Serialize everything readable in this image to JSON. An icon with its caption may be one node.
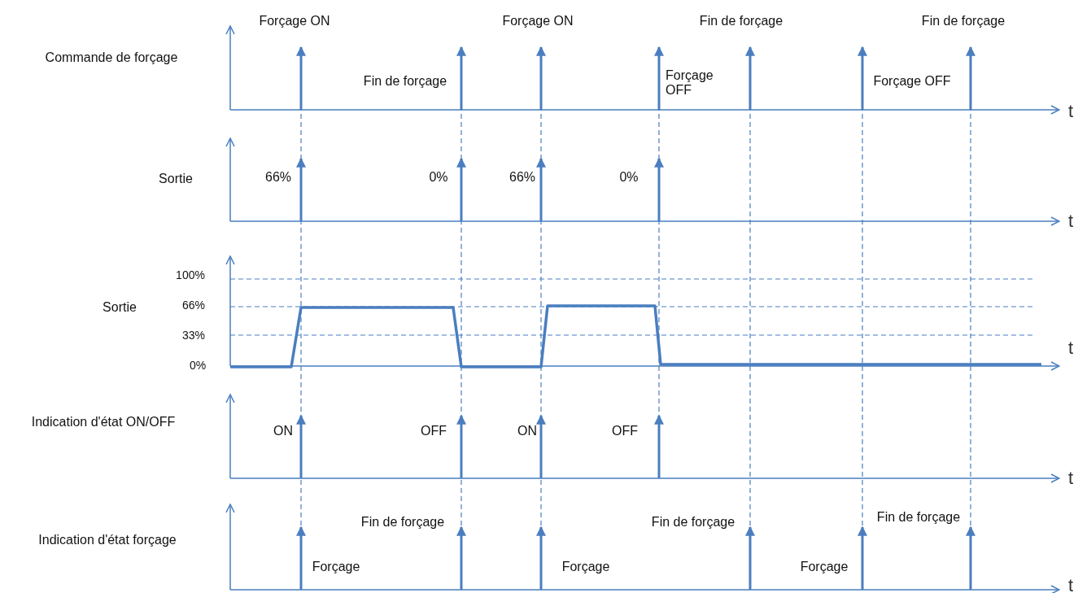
{
  "diagram": {
    "labels": [
      "Commande de forçage",
      "Forçage ON",
      "Forçage ON",
      "Fin de forçage",
      "Fin de forçage",
      "Fin de forçage",
      "Forçage OFF",
      "Forçage OFF",
      "t",
      "Sortie",
      "66%",
      "0%",
      "66%",
      "0%",
      "t",
      "100%",
      "Sortie",
      "66%",
      "33%",
      "0%",
      "t",
      "Indication d'état ON/OFF",
      "ON",
      "OFF",
      "ON",
      "OFF",
      "t",
      "Indication d'état forçage",
      "Fin de forçage",
      "Fin de forçage",
      "Fin de forçage",
      "Forçage",
      "Forçage",
      "Forçage",
      "t"
    ]
  }
}
